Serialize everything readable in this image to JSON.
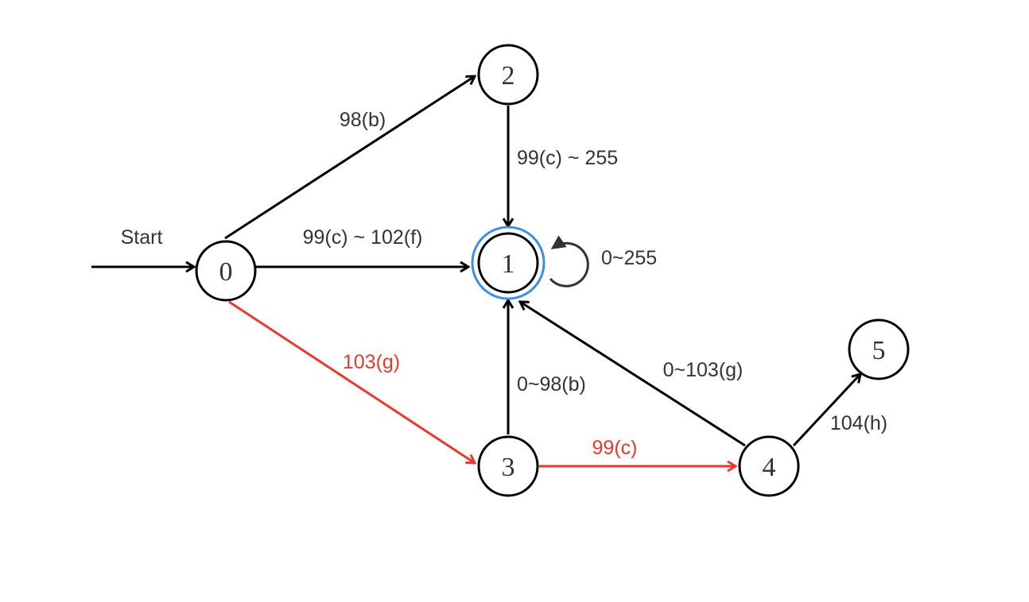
{
  "start_label": "Start",
  "nodes": [
    {
      "id": "0",
      "label": "0"
    },
    {
      "id": "1",
      "label": "1",
      "accepting": true
    },
    {
      "id": "2",
      "label": "2"
    },
    {
      "id": "3",
      "label": "3"
    },
    {
      "id": "4",
      "label": "4"
    },
    {
      "id": "5",
      "label": "5"
    }
  ],
  "edges": {
    "e0_2": {
      "label": "98(b)",
      "color": "#000000"
    },
    "e0_1": {
      "label": "99(c) ~ 102(f)",
      "color": "#000000"
    },
    "e0_3": {
      "label": "103(g)",
      "color": "#e8392a"
    },
    "e2_1": {
      "label": "99(c) ~ 255",
      "color": "#000000"
    },
    "e1_1": {
      "label": "0~255",
      "color": "#333333"
    },
    "e3_1": {
      "label": "0~98(b)",
      "color": "#000000"
    },
    "e3_4": {
      "label": "99(c)",
      "color": "#e8392a"
    },
    "e4_1": {
      "label": "0~103(g)",
      "color": "#000000"
    },
    "e4_5": {
      "label": "104(h)",
      "color": "#000000"
    }
  },
  "colors": {
    "default_edge": "#000000",
    "highlight_path": "#e8392a",
    "accept_ring": "#3d8fe6",
    "text": "#333333"
  }
}
